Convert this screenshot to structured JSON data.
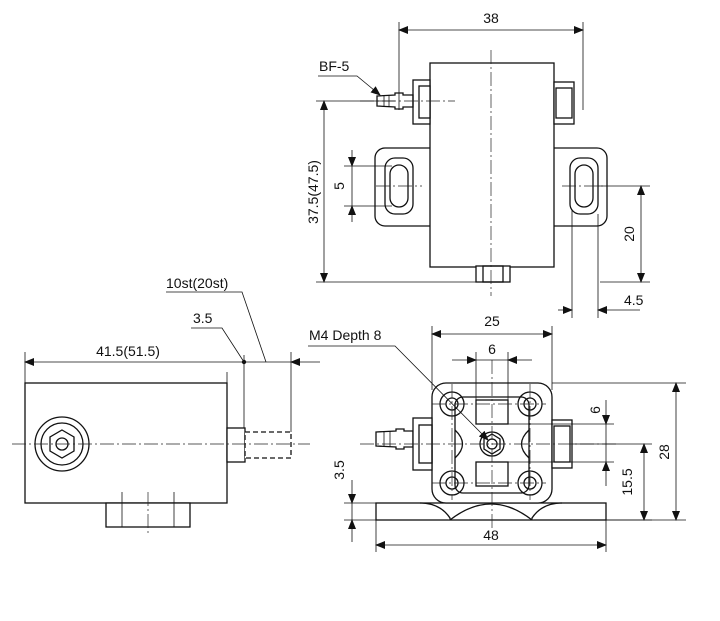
{
  "labels": {
    "tube_fitting": "BF-5",
    "width_top": "38",
    "height_left": "37.5(47.5)",
    "slot_length": "5",
    "mount_pitch": "20",
    "mount_offset": "4.5",
    "stroke": "10st(20st)",
    "stroke_offset": "3.5",
    "body_length": "41.5(51.5)",
    "tapped_hole": "M4 Depth 8",
    "flange_width": "25",
    "bore_width": "6",
    "bore_height": "6",
    "base_height": "3.5",
    "center_height": "15.5",
    "overall_height": "28",
    "base_width": "48"
  }
}
